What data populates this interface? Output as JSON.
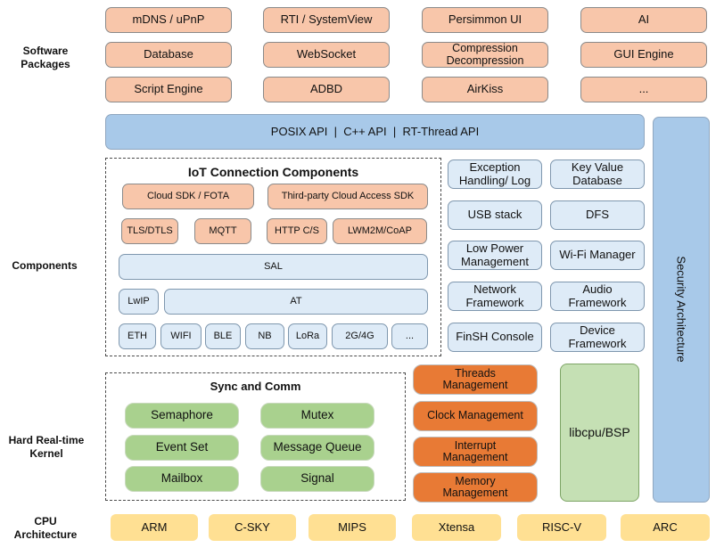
{
  "layers": {
    "software_packages": "Software\nPackages",
    "components": "Components",
    "kernel": "Hard Real-time\nKernel",
    "cpu": "CPU\nArchitecture"
  },
  "software_packages": [
    [
      "mDNS / uPnP",
      "RTI / SystemView",
      "Persimmon UI",
      "AI"
    ],
    [
      "Database",
      "WebSocket",
      "Compression\nDecompression",
      "GUI Engine"
    ],
    [
      "Script Engine",
      "ADBD",
      "AirKiss",
      "..."
    ]
  ],
  "api_bar": "POSIX API  |  C++ API  |  RT-Thread API",
  "security": "Security Architecture",
  "iot": {
    "title": "IoT Connection Components",
    "cloud_sdk": "Cloud SDK / FOTA",
    "thirdparty": "Third-party Cloud Access SDK",
    "protocols": [
      "TLS/DTLS",
      "MQTT",
      "HTTP C/S",
      "LWM2M/CoAP"
    ],
    "sal": "SAL",
    "lwip": "LwIP",
    "at": "AT",
    "links": [
      "ETH",
      "WIFI",
      "BLE",
      "NB",
      "LoRa",
      "2G/4G",
      "..."
    ]
  },
  "components_grid": [
    [
      "Exception\nHandling/ Log",
      "Key Value\nDatabase"
    ],
    [
      "USB stack",
      "DFS"
    ],
    [
      "Low Power\nManagement",
      "Wi-Fi Manager"
    ],
    [
      "Network\nFramework",
      "Audio\nFramework"
    ],
    [
      "FinSH Console",
      "Device\nFramework"
    ]
  ],
  "sync": {
    "title": "Sync and Comm",
    "items": [
      [
        "Semaphore",
        "Mutex"
      ],
      [
        "Event Set",
        "Message Queue"
      ],
      [
        "Mailbox",
        "Signal"
      ]
    ]
  },
  "kernel_items": [
    "Threads\nManagement",
    "Clock Management",
    "Interrupt\nManagement",
    "Memory\nManagement"
  ],
  "libcpu": "libcpu/BSP",
  "cpu_items": [
    "ARM",
    "C-SKY",
    "MIPS",
    "Xtensa",
    "RISC-V",
    "ARC"
  ]
}
